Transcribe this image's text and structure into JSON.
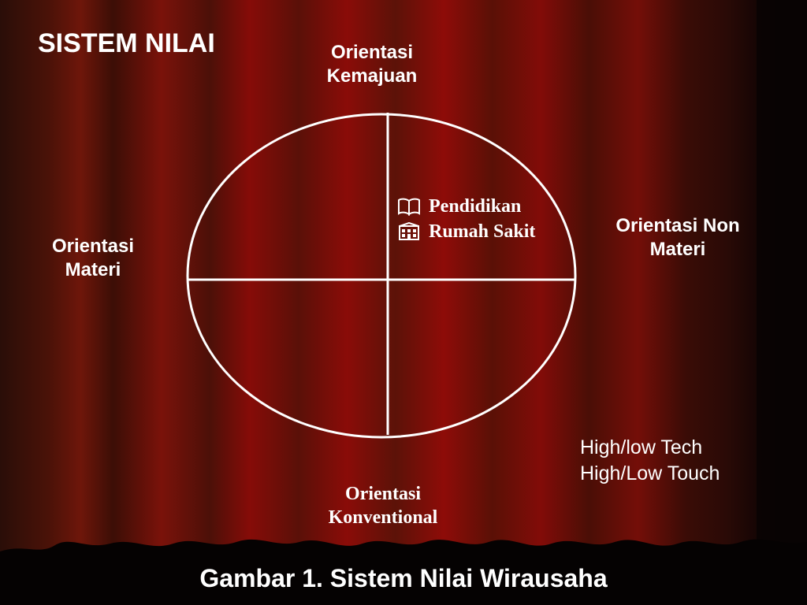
{
  "title": "SISTEM NILAI",
  "axes": {
    "top": [
      "Orientasi",
      "Kemajuan"
    ],
    "left": [
      "Orientasi",
      "Materi"
    ],
    "right": [
      "Orientasi Non",
      "Materi"
    ],
    "bottom": [
      "Orientasi",
      "Konventional"
    ]
  },
  "quadrant_top_right": [
    {
      "icon": "book-icon",
      "label": "Pendidikan"
    },
    {
      "icon": "building-icon",
      "label": "Rumah  Sakit"
    }
  ],
  "tech_note": [
    "High/low Tech",
    "High/Low Touch"
  ],
  "caption": "Gambar 1.  Sistem Nilai Wirausaha",
  "colors": {
    "curtain_dark": "#2a0a06",
    "curtain_red": "#8c0a08",
    "line": "#ffffff",
    "text": "#ffffff"
  }
}
